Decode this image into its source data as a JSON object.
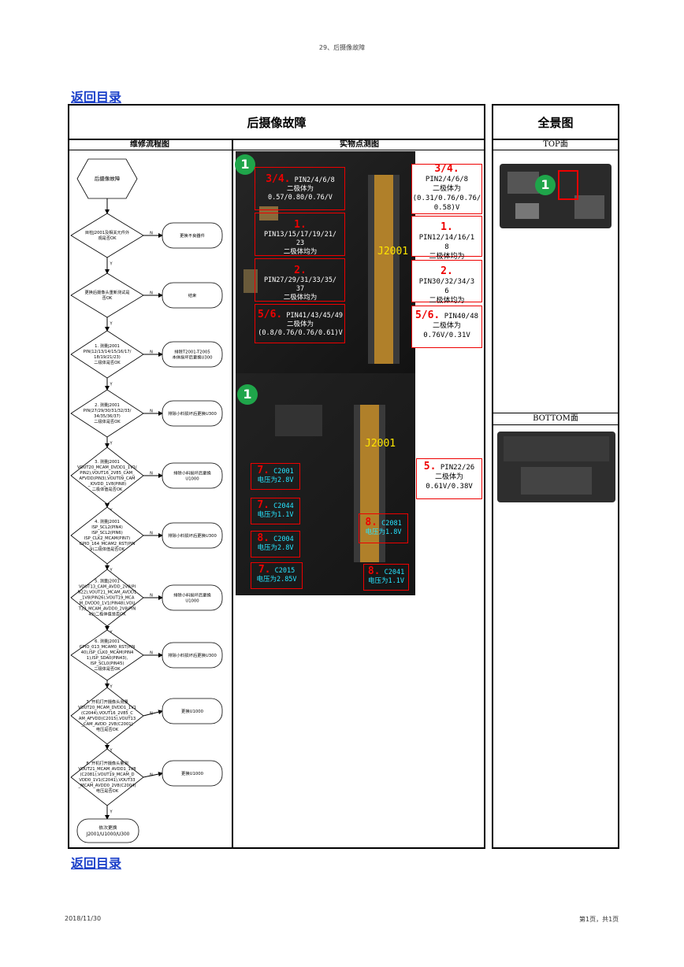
{
  "header": {
    "title": "29、后摄像故障"
  },
  "nav": {
    "back_top": "返回目录",
    "back_bottom": "返回目录"
  },
  "table": {
    "main_title": "后摄像故障",
    "col_flow": "维修流程图",
    "col_photo": "实物点测图",
    "overview_title": "全景图",
    "top_label": "TOP面",
    "bottom_label": "BOTTOM面"
  },
  "flowchart": {
    "start": "后摄像故障",
    "steps": [
      {
        "num": "",
        "text": [
          "目检J2001及相关元件外",
          "观是否OK"
        ],
        "action": "更换不良器件"
      },
      {
        "num": "",
        "text": [
          "更换后摄像头重新测试是",
          "否OK"
        ],
        "action": "结束"
      },
      {
        "num": "1.",
        "text": [
          "测量J2001",
          "PIN(12/13/14/15/16/17/",
          "18/19/21/23)",
          "二极体是否OK"
        ],
        "action": [
          "排除T2001-T2005",
          "本体损坏后更换U300"
        ]
      },
      {
        "num": "2.",
        "text": [
          "测量J2001",
          "PIN(27/29/30/31/32/33/",
          "34/35/36/37)",
          "二极体是否OK"
        ],
        "action": "排除小料损坏后更换U300"
      },
      {
        "num": "3.",
        "text": [
          "测量J2001",
          "VOUT20_MCAM_DVDD1_1V1(",
          "PIN2),VOUT16_2V85_CAM_",
          "AFVDD(PIN3),VOUT09_CAM",
          "_IOVDD_1V8(PIN8)",
          "二极体值是否OK"
        ],
        "action": [
          "排除小料损坏后更换",
          "U1000"
        ]
      },
      {
        "num": "4.",
        "text": [
          "测量J2001",
          "ISP_SCL2(PIN4)",
          "ISP_SCL2(PIN6)",
          "ISP_CLK2_MCAM(PIN7)",
          "GPIO_164_MCAM2_RST(PIN",
          "9)二极体值是否OK"
        ],
        "action": "排除小料损坏后更换U300"
      },
      {
        "num": "5.",
        "text": [
          "测量J2001",
          "VOUT13_CAM_AVDD_2V8(PI",
          "N22),VOUT21_MCAM_AVDD1",
          "_1V8(PIN26),VOUT19_MCA",
          "M_DVDD0_1V1(PIN48),VOU",
          "T33_MCAM_AVDD0_2V8(PIN",
          "49)二极体值是否OK"
        ],
        "action": [
          "排除小料损坏后更换",
          "U1000"
        ]
      },
      {
        "num": "6.",
        "text": [
          "测量J2001",
          "GPIO_013_MCAM0_RST(PIN",
          "40),ISP_CLK0_MCAM(PIN4",
          "1),ISP_SDA0(PIN43),",
          "ISP_SCL0(PIN45)",
          "二极体是否OK"
        ],
        "action": "排除小料损坏后更换U300"
      },
      {
        "num": "7.",
        "text": [
          "开机打开摄像头测量",
          "VOUT20_MCAM_DVDD1_1V1",
          "(C2044),VOUT16_2V85_C",
          "AM_AFVDD(C2015),VOUT13",
          "_CAM_AVDD_2V8(C2001)",
          "电压是否OK"
        ],
        "action": "更换U1000"
      },
      {
        "num": "8.",
        "text": [
          "开机打开摄像头量测",
          "VOUT21_MCAM_AVDD1_1V8",
          "(C2081),VOUT19_MCAM_D",
          "VDD0_1V1(C2041),VOUT33",
          "_MCAM_AVDD0_2V8(C2004)",
          "电压是否OK"
        ],
        "action": "更换U1000"
      }
    ],
    "end": [
      "依次更换",
      "J2001/U1000/U300"
    ],
    "yes": "Y",
    "no": "N"
  },
  "photo_top": {
    "badge": "1",
    "connector": "J2001",
    "inner": [
      {
        "num": "3/4.",
        "pin": "PIN2/4/6/8",
        "label": "二极体为",
        "value": "0.57/0.80/0.76/V"
      },
      {
        "num": "1.",
        "pin": "PIN13/15/17/19/21/",
        "pin2": "23",
        "label": "二极体均为"
      },
      {
        "num": "2.",
        "pin": "PIN27/29/31/33/35/",
        "pin2": "37",
        "label": "二极体均为"
      },
      {
        "num": "5/6.",
        "pin": "PIN41/43/45/49",
        "label": "二极体为",
        "value": "(0.8/0.76/0.76/0.61)V"
      }
    ],
    "outer": [
      {
        "num": "3/4.",
        "pin": "PIN2/4/6/8",
        "label": "二极体为",
        "value": "(0.31/0.76/0.76/",
        "value2": "0.58)V"
      },
      {
        "num": "1.",
        "pin": "PIN12/14/16/1",
        "pin2": "8",
        "label": "二极体均为"
      },
      {
        "num": "2.",
        "pin": "PIN30/32/34/3",
        "pin2": "6",
        "label": "二极体均为"
      },
      {
        "num": "5/6.",
        "pin": "PIN40/48",
        "label": "二极体为",
        "value": "0.76V/0.31V"
      }
    ]
  },
  "photo_bottom": {
    "badge": "1",
    "connector": "J2001",
    "side": {
      "num": "5.",
      "pin": "PIN22/26",
      "label": "二极体为",
      "value": "0.61V/0.38V"
    },
    "caps": [
      {
        "num": "7.",
        "name": "C2001",
        "value": "电压为2.8V"
      },
      {
        "num": "7.",
        "name": "C2044",
        "value": "电压为1.1V"
      },
      {
        "num": "8.",
        "name": "C2004",
        "value": "电压为2.8V"
      },
      {
        "num": "7.",
        "name": "C2015",
        "value": "电压为2.85V"
      },
      {
        "num": "8.",
        "name": "C2081",
        "value": "电压为1.8V"
      },
      {
        "num": "8.",
        "name": "C2041",
        "value": "电压为1.1V"
      }
    ]
  },
  "overview_top_badge": "1",
  "footer": {
    "date": "2018/11/30",
    "page": "第1页，共1页"
  }
}
